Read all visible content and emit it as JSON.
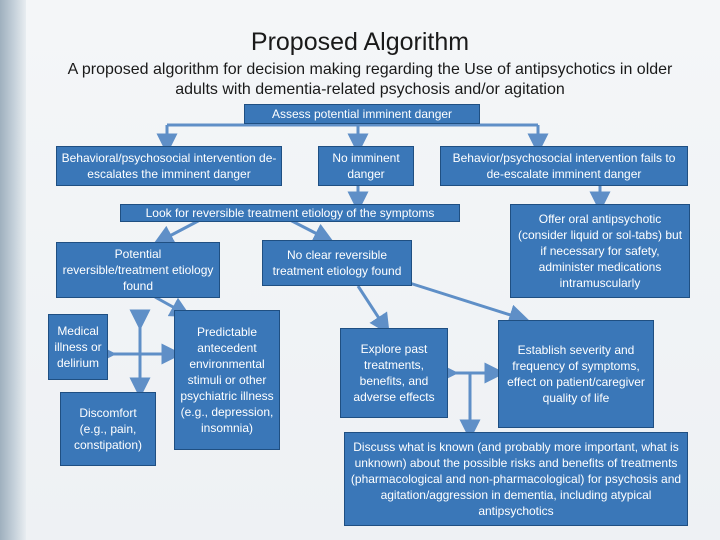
{
  "title": "Proposed Algorithm",
  "subtitle": "A proposed algorithm for decision making regarding the Use of antipsychotics in older adults with dementia-related psychosis and/or agitation",
  "nodes": {
    "assess": "Assess potential imminent danger",
    "deescalates": "Behavioral/psychosocial intervention de-escalates the imminent danger",
    "no_imminent": "No imminent danger",
    "fails": "Behavior/psychosocial intervention fails to de-escalate imminent danger",
    "look_for": "Look for reversible treatment etiology of the symptoms",
    "potential": "Potential reversible/treatment etiology found",
    "no_clear": "No clear reversible treatment etiology found",
    "offer_oral": "Offer oral antipsychotic (consider liquid or sol-tabs) but if necessary for safety, administer medications intramuscularly",
    "medical": "Medical illness or delirium",
    "discomfort": "Discomfort (e.g., pain, constipation)",
    "predictable": "Predictable antecedent environmental stimuli or other psychiatric illness (e.g., depression, insomnia)",
    "explore": "Explore past treatments, benefits, and adverse effects",
    "establish": "Establish severity and frequency of symptoms, effect on patient/caregiver quality of life",
    "discuss": "Discuss what is known (and probably more important, what is unknown) about the possible risks and benefits of treatments (pharmacological and non-pharmacological) for psychosis and agitation/aggression in dementia, including atypical antipsychotics"
  },
  "colors": {
    "box_fill": "#3a77b8",
    "box_border": "#1f4f82",
    "arrow": "#5f8fc7",
    "text": "#ffffff"
  }
}
